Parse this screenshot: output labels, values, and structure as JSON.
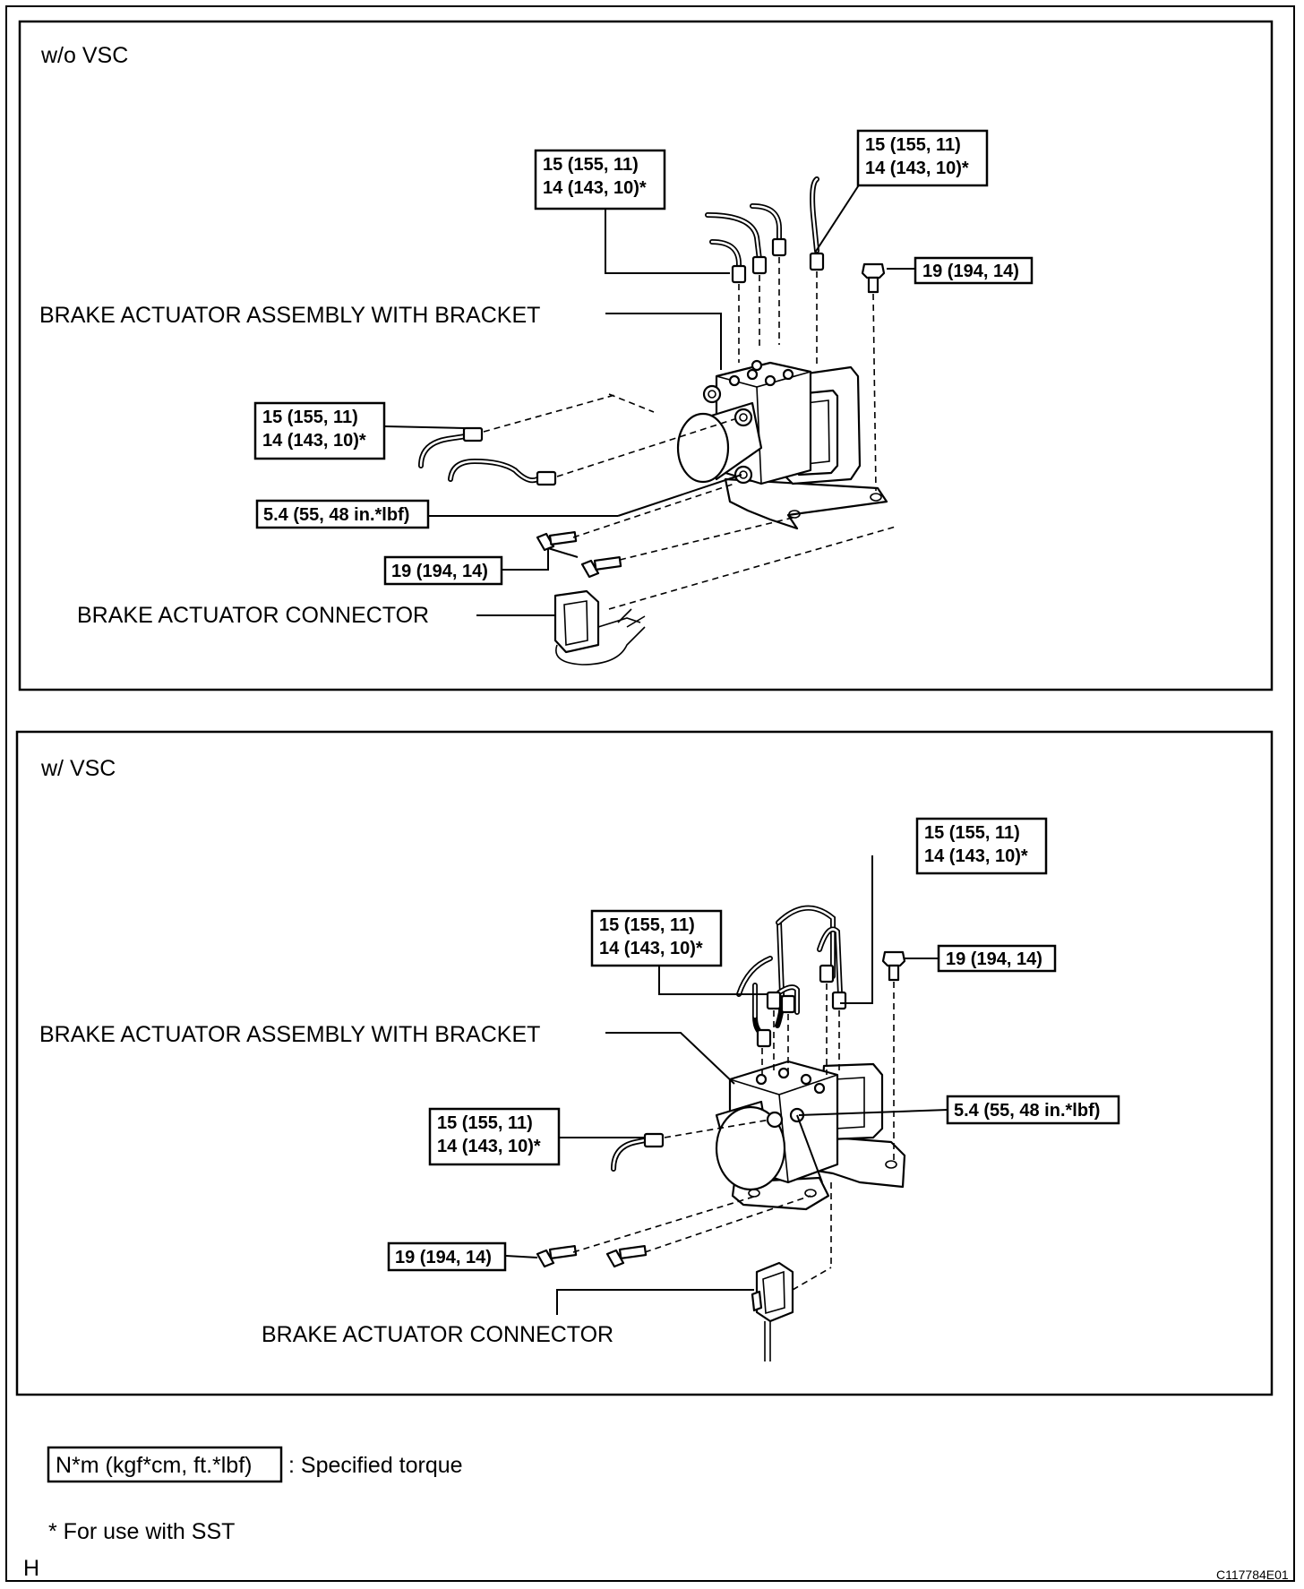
{
  "panel_top": {
    "title": "w/o VSC",
    "labels": {
      "assembly": "BRAKE ACTUATOR ASSEMBLY WITH BRACKET",
      "connector": "BRAKE ACTUATOR CONNECTOR"
    },
    "torques": {
      "tube_left_l1": "15 (155, 11)",
      "tube_left_l2": "14 (143, 10)*",
      "tube_right_l1": "15 (155, 11)",
      "tube_right_l2": "14 (143, 10)*",
      "bolt_top": "19 (194, 14)",
      "tube_side_l1": "15 (155, 11)",
      "tube_side_l2": "14 (143, 10)*",
      "nut": "5.4 (55, 48 in.*lbf)",
      "bolt_bottom": "19 (194, 14)"
    }
  },
  "panel_bottom": {
    "title": "w/ VSC",
    "labels": {
      "assembly": "BRAKE ACTUATOR ASSEMBLY WITH BRACKET",
      "connector": "BRAKE ACTUATOR CONNECTOR"
    },
    "torques": {
      "tube_right_l1": "15 (155, 11)",
      "tube_right_l2": "14 (143, 10)*",
      "tube_mid_l1": "15 (155, 11)",
      "tube_mid_l2": "14 (143, 10)*",
      "bolt_top": "19 (194, 14)",
      "tube_side_l1": "15 (155, 11)",
      "tube_side_l2": "14 (143, 10)*",
      "nut": "5.4 (55, 48 in.*lbf)",
      "bolt_bottom": "19 (194, 14)"
    }
  },
  "legend": {
    "torque_box": "N*m (kgf*cm, ft.*lbf)",
    "torque_text": ": Specified torque",
    "note": "* For use with SST"
  },
  "footer": {
    "letter": "H",
    "code": "C117784E01"
  }
}
